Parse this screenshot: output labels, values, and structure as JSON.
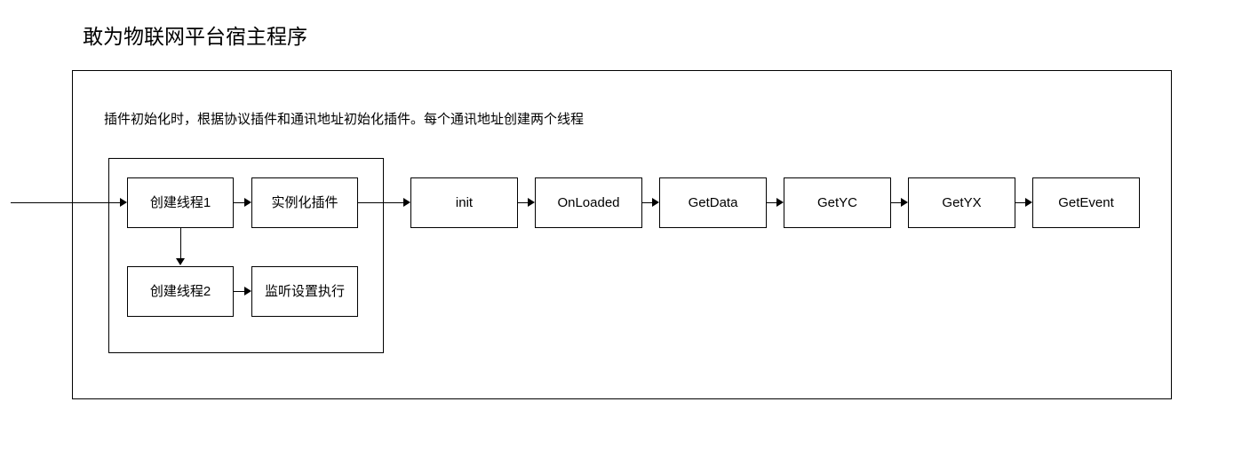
{
  "diagram": {
    "title": "敢为物联网平台宿主程序",
    "frame_note": "插件初始化时，根据协议插件和通讯地址初始化插件。每个通讯地址创建两个线程",
    "colors": {
      "stroke": "#000000",
      "background": "#ffffff",
      "text": "#000000"
    },
    "thread_group": {
      "nodes": [
        {
          "id": "thread1",
          "label": "创建线程1"
        },
        {
          "id": "instance",
          "label": "实例化插件"
        },
        {
          "id": "thread2",
          "label": "创建线程2"
        },
        {
          "id": "listen",
          "label": "监听设置执行"
        }
      ]
    },
    "pipeline": {
      "nodes": [
        {
          "id": "init",
          "label": "init"
        },
        {
          "id": "onloaded",
          "label": "OnLoaded"
        },
        {
          "id": "getdata",
          "label": "GetData"
        },
        {
          "id": "getyc",
          "label": "GetYC"
        },
        {
          "id": "getyx",
          "label": "GetYX"
        },
        {
          "id": "getevent",
          "label": "GetEvent"
        }
      ]
    },
    "connectors": [
      {
        "from": "entry",
        "to": "thread1",
        "direction": "right"
      },
      {
        "from": "thread1",
        "to": "instance",
        "direction": "right"
      },
      {
        "from": "thread1",
        "to": "thread2",
        "direction": "down"
      },
      {
        "from": "thread2",
        "to": "listen",
        "direction": "right"
      },
      {
        "from": "instance",
        "to": "init",
        "direction": "right"
      },
      {
        "from": "init",
        "to": "onloaded",
        "direction": "right"
      },
      {
        "from": "onloaded",
        "to": "getdata",
        "direction": "right"
      },
      {
        "from": "getdata",
        "to": "getyc",
        "direction": "right"
      },
      {
        "from": "getyc",
        "to": "getyx",
        "direction": "right"
      },
      {
        "from": "getyx",
        "to": "getevent",
        "direction": "right"
      }
    ]
  }
}
